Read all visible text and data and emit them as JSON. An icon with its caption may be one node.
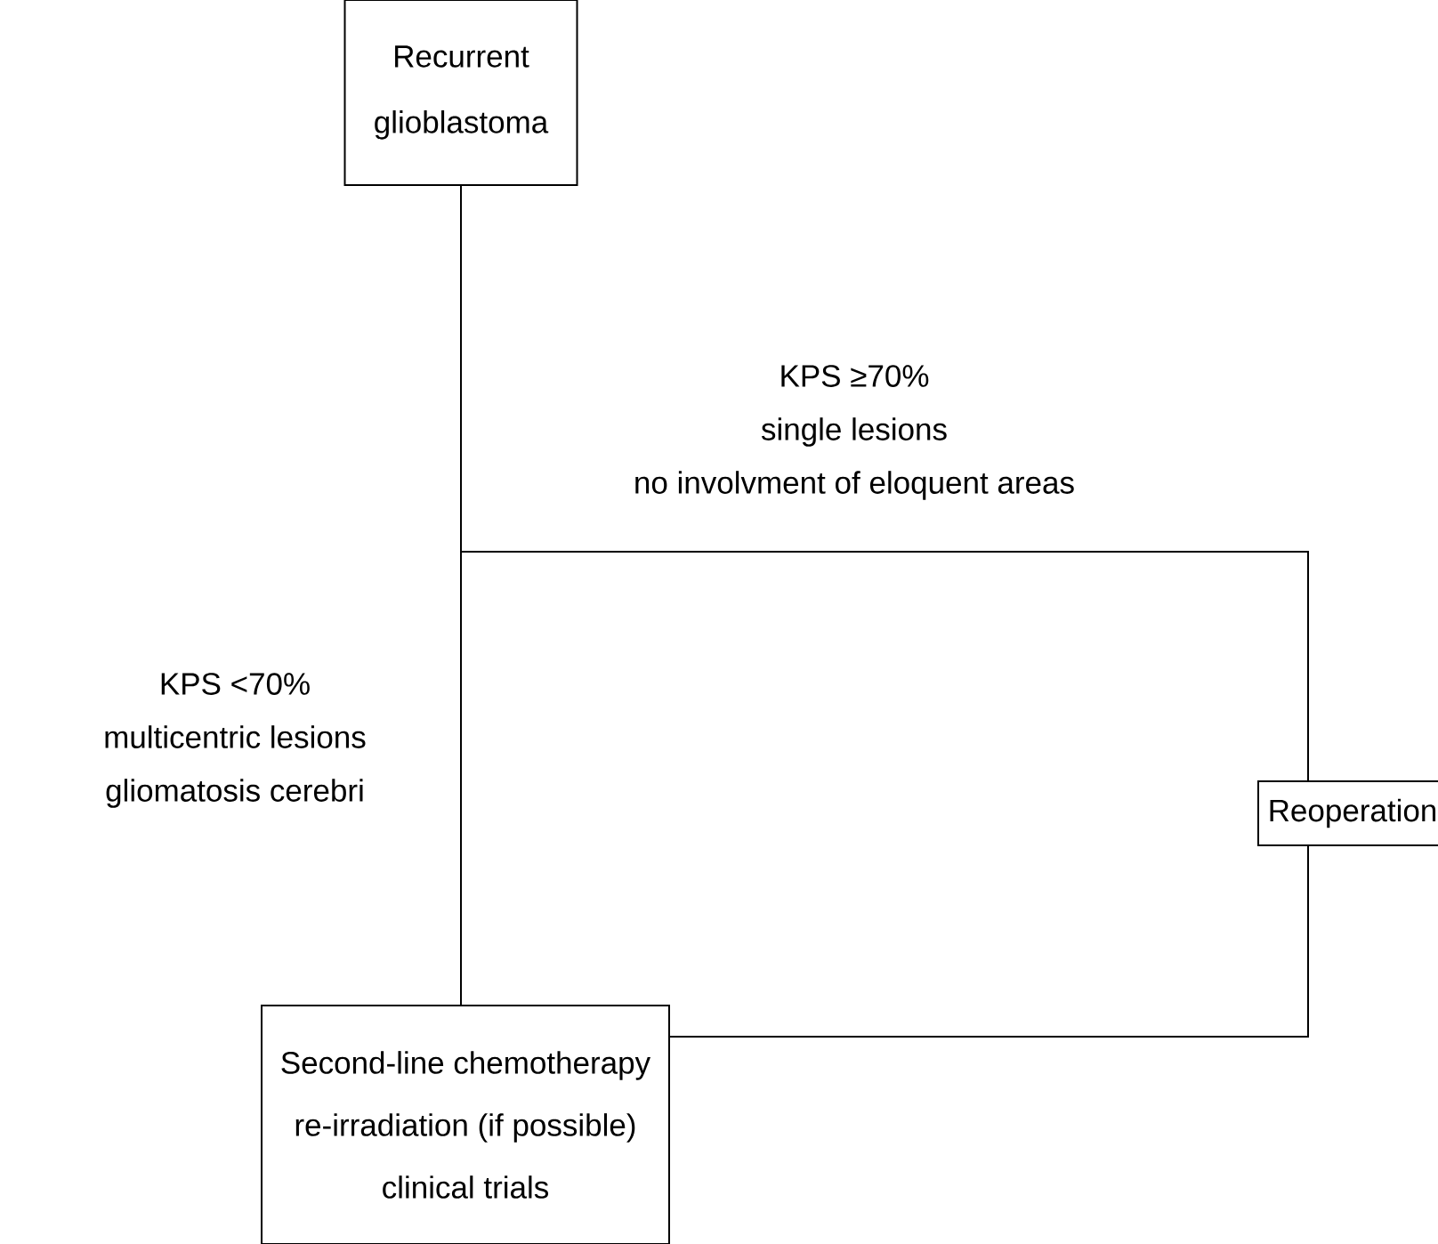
{
  "diagram": {
    "nodes": [
      {
        "text": [
          "Recurrent glioblastoma"
        ]
      },
      {
        "text": [
          "Reoperation"
        ]
      },
      {
        "text": [
          "Second-line chemotherapy re-irradiation (if possible) clinical trials"
        ]
      }
    ],
    "edges": [
      {
        "from": 0,
        "to": 2,
        "arrow": "none",
        "label": "KPS <70% multicentric lesions gliomatosis cerebri"
      },
      {
        "from": 0,
        "to": 1,
        "arrow": "none",
        "label": "KPS ≥70% single lesions no involvment of eloquent areas"
      },
      {
        "from": 1,
        "to": 2,
        "arrow": "none"
      }
    ]
  }
}
